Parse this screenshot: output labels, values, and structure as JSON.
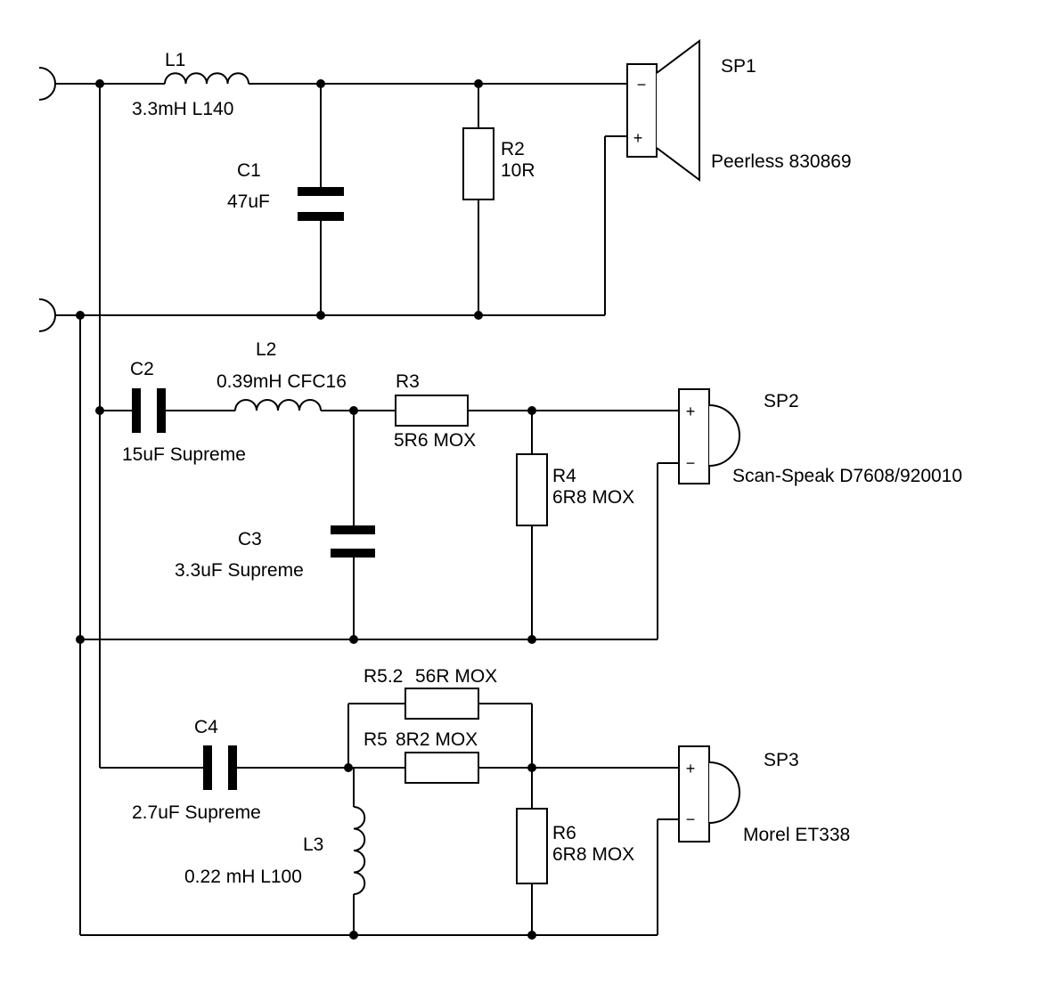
{
  "components": {
    "L1": {
      "ref": "L1",
      "value": "3.3mH L140"
    },
    "C1": {
      "ref": "C1",
      "value": "47uF"
    },
    "R2": {
      "ref": "R2",
      "value": "10R"
    },
    "C2": {
      "ref": "C2",
      "value": "15uF Supreme"
    },
    "L2": {
      "ref": "L2",
      "value": "0.39mH CFC16"
    },
    "R3": {
      "ref": "R3",
      "value": "5R6 MOX"
    },
    "R4": {
      "ref": "R4",
      "value": "6R8 MOX"
    },
    "C3": {
      "ref": "C3",
      "value": "3.3uF Supreme"
    },
    "R5_2": {
      "ref": "R5.2",
      "value": "56R MOX"
    },
    "R5": {
      "ref": "R5",
      "value": "8R2 MOX"
    },
    "C4": {
      "ref": "C4",
      "value": "2.7uF  Supreme"
    },
    "L3": {
      "ref": "L3",
      "value": "0.22 mH L100"
    },
    "R6": {
      "ref": "R6",
      "value": "6R8 MOX"
    }
  },
  "speakers": {
    "SP1": {
      "ref": "SP1",
      "model": "Peerless 830869",
      "pin_top": "−",
      "pin_bottom": "+"
    },
    "SP2": {
      "ref": "SP2",
      "model": "Scan-Speak D7608/920010",
      "pin_top": "+",
      "pin_bottom": "−"
    },
    "SP3": {
      "ref": "SP3",
      "model": "Morel ET338",
      "pin_top": "+",
      "pin_bottom": "−"
    }
  }
}
